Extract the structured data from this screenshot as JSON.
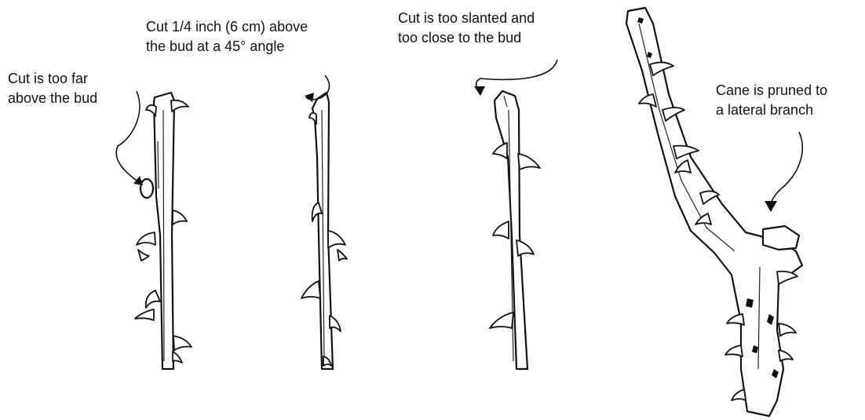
{
  "figure": {
    "background_color": "#ffffff",
    "ink_color": "#111111"
  },
  "annotations": {
    "too_far": {
      "line1": "Cut is too far",
      "line2": "above the bud",
      "arrow_icon": "curved-arrow-icon"
    },
    "correct_cut": {
      "line1": "Cut 1/4 inch (6 cm) above",
      "line2": "the bud at a 45° angle",
      "arrow_icon": "curved-arrow-icon"
    },
    "too_slanted": {
      "line1": "Cut is too slanted and",
      "line2": "too close to the bud",
      "arrow_icon": "curved-arrow-icon"
    },
    "lateral": {
      "line1": "Cane is pruned to",
      "line2": "a lateral branch",
      "arrow_icon": "curved-arrow-icon"
    }
  }
}
